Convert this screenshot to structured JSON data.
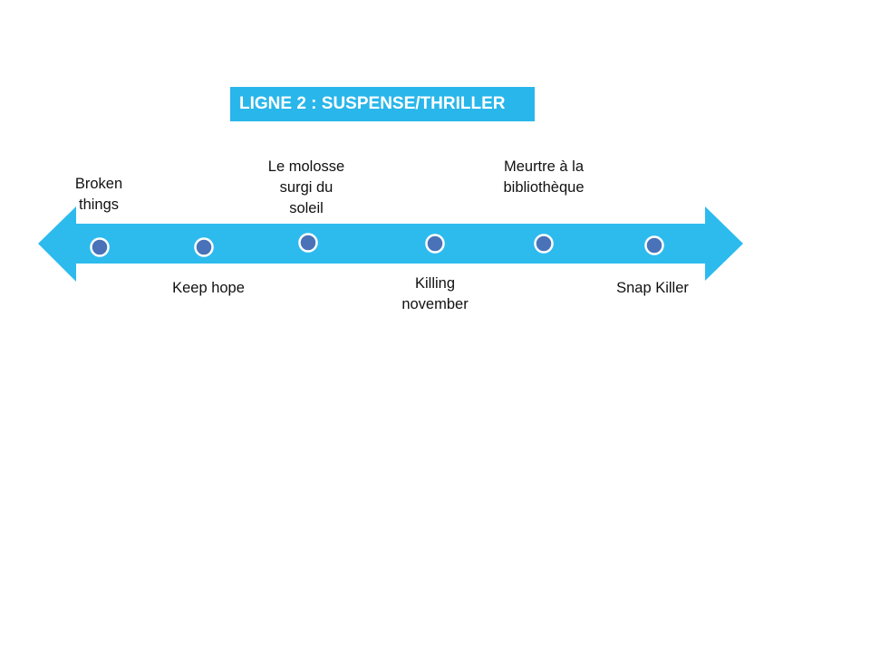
{
  "title": "LIGNE 2 : SUSPENSE/THRILLER",
  "colors": {
    "arrow": "#2DBBEE",
    "title_bg": "#29B6EA",
    "node": "#4A72B8"
  },
  "timeline": [
    {
      "label": "Broken\nthings",
      "side": "above"
    },
    {
      "label": "Keep hope",
      "side": "below"
    },
    {
      "label": "Le molosse\nsurgi du\nsoleil",
      "side": "above"
    },
    {
      "label": "Killing\nnovember",
      "side": "below"
    },
    {
      "label": "Meurtre à la\nbibliothèque",
      "side": "above"
    },
    {
      "label": "Snap Killer",
      "side": "below"
    }
  ]
}
